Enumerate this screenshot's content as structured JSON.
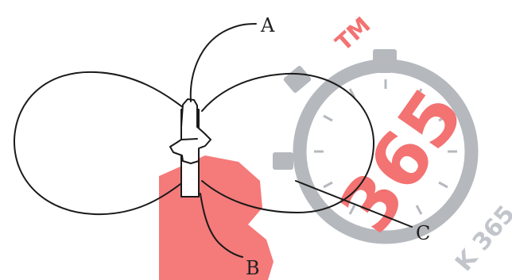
{
  "diagram": {
    "labels": {
      "a": "A",
      "b": "B",
      "c": "C"
    },
    "line_color": "#1a1a1a"
  },
  "watermark": {
    "brand_number": "365",
    "trademark": "TM",
    "side_text": "K 365",
    "brand_color": "#f25a5a",
    "clock_color": "#a9adb3"
  }
}
